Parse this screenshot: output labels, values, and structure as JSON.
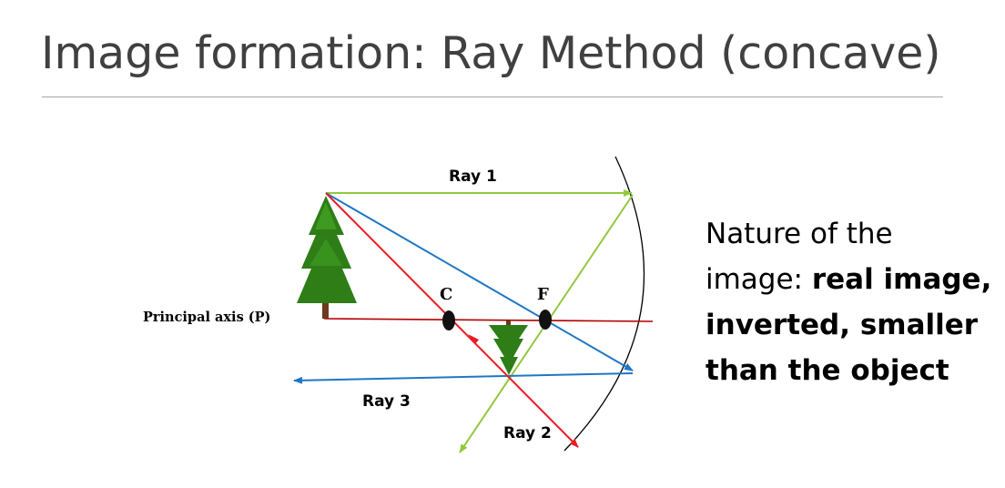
{
  "title": "Image formation: Ray Method (concave)",
  "diagram": {
    "principal_axis_label": "Principal axis (P)",
    "point_c_label": "C",
    "point_f_label": "F",
    "ray1_label": "Ray 1",
    "ray2_label": "Ray 2",
    "ray3_label": "Ray 3",
    "colors": {
      "ray1": "#92c83e",
      "ray2": "#ec1c24",
      "ray3": "#1f77c4",
      "axis": "#b30000",
      "mirror": "#000000",
      "tree": "#2e7d16"
    }
  },
  "description": {
    "line1": "Nature of the",
    "line2_prefix": "image: ",
    "line2_bold": "real image,",
    "line3_bold": "inverted, smaller",
    "line4_bold": "than the object"
  }
}
